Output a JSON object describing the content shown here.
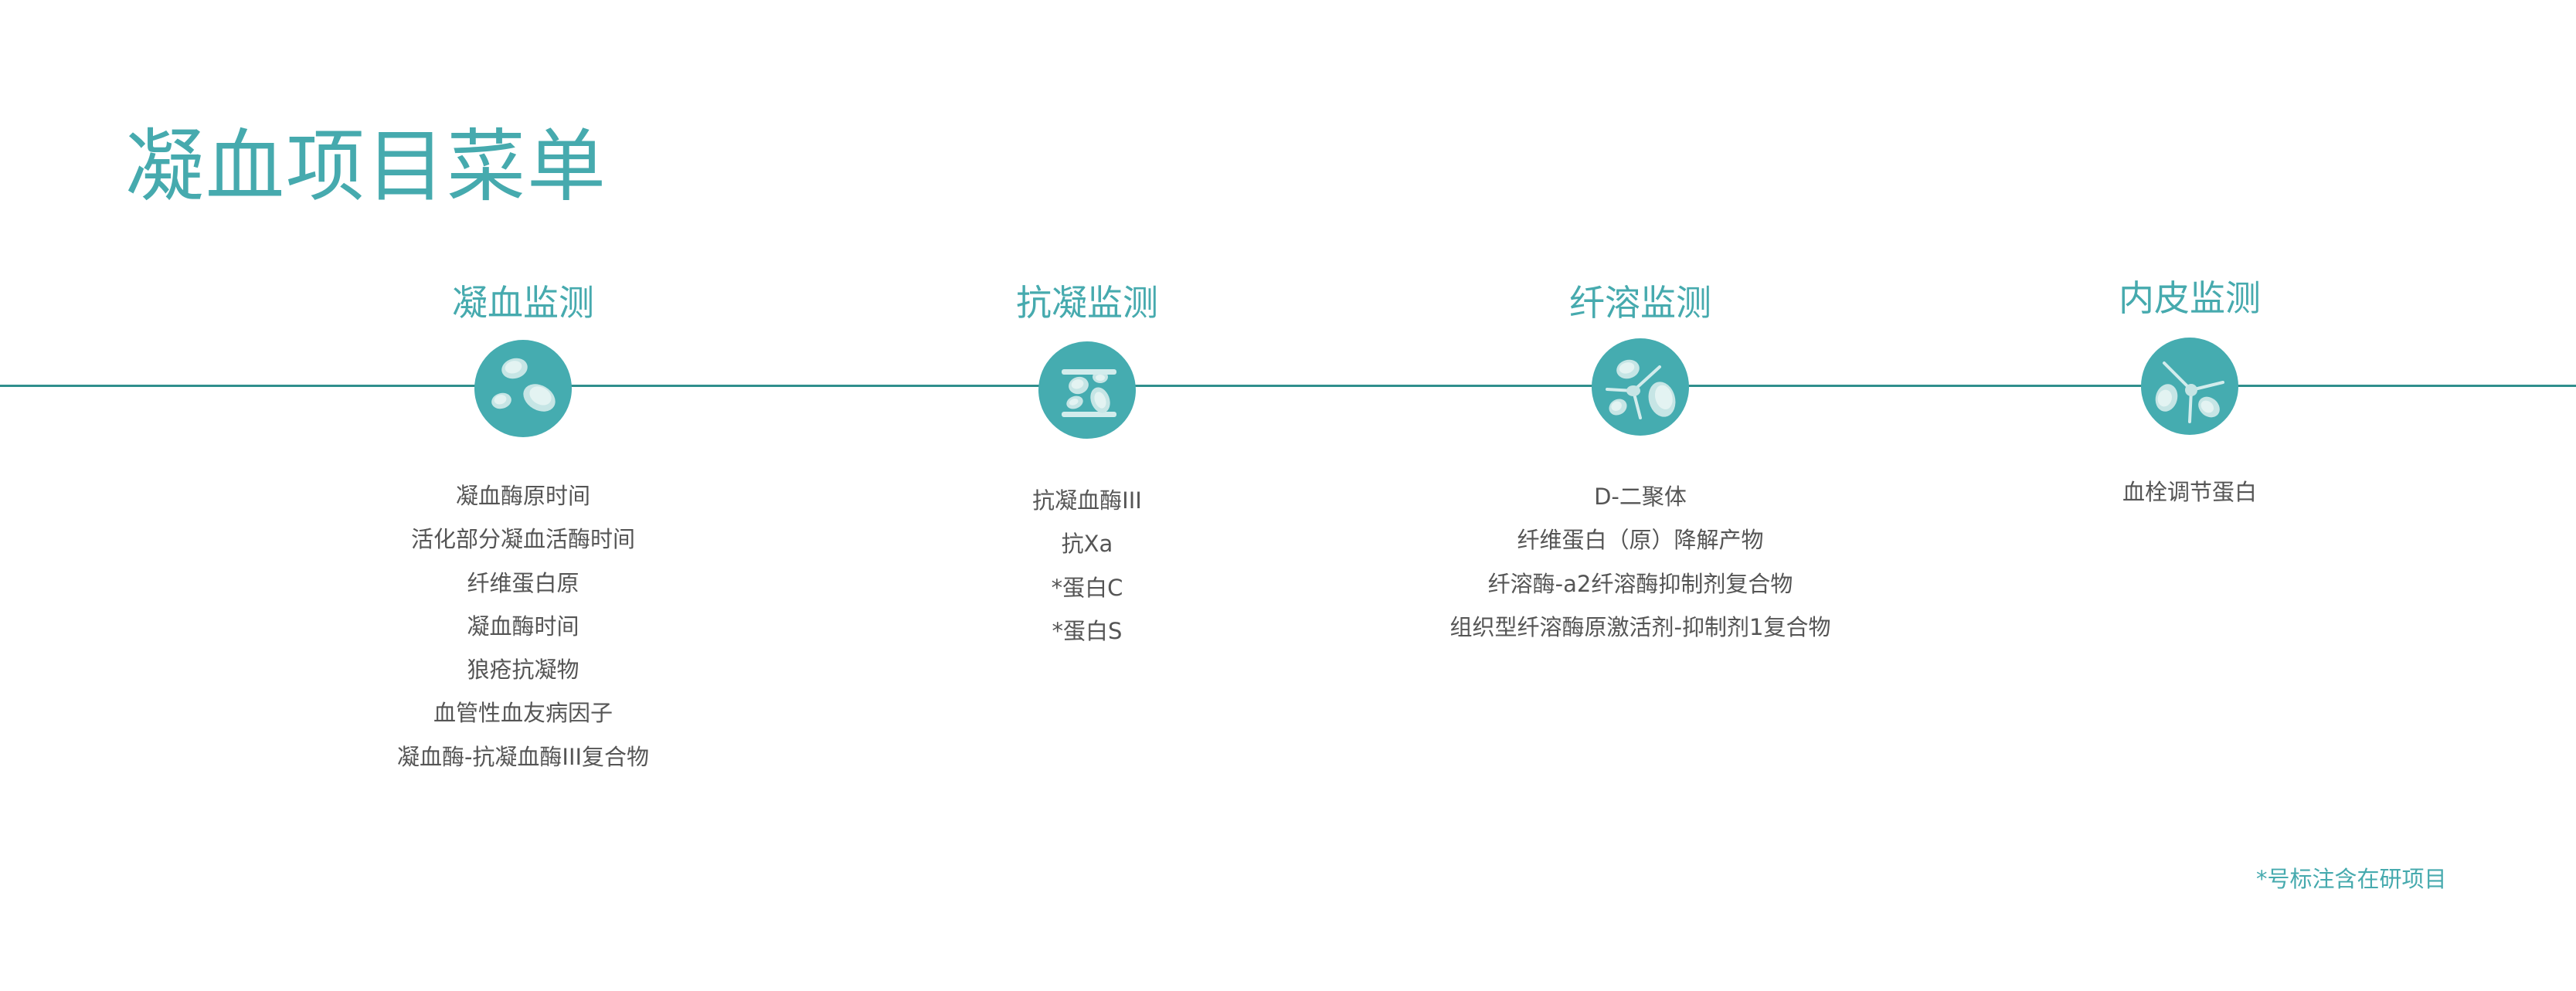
{
  "page": {
    "title": "凝血项目菜单",
    "footnote": "*号标注含在研项目"
  },
  "colors": {
    "accent": "#46aaae",
    "line": "#2f8f8d",
    "icon_fill": "#45acb0",
    "cell_outer": "#c6e5e5",
    "cell_inner": "#e3f3f2",
    "text": "#555555"
  },
  "columns": [
    {
      "heading": "凝血监测",
      "icon": "blood-cells-icon",
      "items": [
        "凝血酶原时间",
        "活化部分凝血活酶时间",
        "纤维蛋白原",
        "凝血酶时间",
        "狼疮抗凝物",
        "血管性血友病因子",
        "凝血酶-抗凝血酶III复合物"
      ]
    },
    {
      "heading": "抗凝监测",
      "icon": "anticoagulation-cells-icon",
      "items": [
        "抗凝血酶III",
        "抗Xa",
        "*蛋白C",
        "*蛋白S"
      ]
    },
    {
      "heading": "纤溶监测",
      "icon": "fibrinolysis-network-icon",
      "items": [
        "D-二聚体",
        "纤维蛋白（原）降解产物",
        "纤溶酶-a2纤溶酶抑制剂复合物",
        "组织型纤溶酶原激活剂-抑制剂1复合物"
      ]
    },
    {
      "heading": "内皮监测",
      "icon": "endothelium-node-icon",
      "items": [
        "血栓调节蛋白"
      ]
    }
  ]
}
